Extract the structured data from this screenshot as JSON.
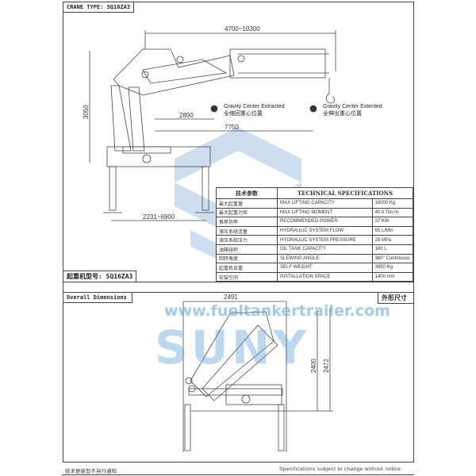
{
  "header": {
    "crane_type": "CRANE TYPE: SQ16ZA3",
    "model_cn": "起重机型号: SQ16ZA3"
  },
  "top_drawing": {
    "dims": {
      "reach": "4700~10300",
      "height": "3050",
      "gc_retracted_dist": "2890",
      "gc_extended_dist": "7750",
      "outrigger": "2231~6900"
    },
    "gravity_retracted": {
      "en": "Gravity Center Extracted",
      "cn": "全缩回重心位置"
    },
    "gravity_extended": {
      "en": "Gravity Center Extented",
      "cn": "全伸出重心位置"
    }
  },
  "specs": {
    "header_cn": "技术参数",
    "header_en": "TECHNICAL SPECIFICATIONS",
    "rows": [
      {
        "cn": "最大起重量",
        "en": "MAX LIFTING CAPACITY",
        "value": "16000 Kg"
      },
      {
        "cn": "最大起重力矩",
        "en": "MAX LIFTING MOMENT",
        "value": "40.0 Ton.m"
      },
      {
        "cn": "推荐功率",
        "en": "RECOMMENDED POWER",
        "value": "37 KW"
      },
      {
        "cn": "液压系统流量",
        "en": "HYDRAULIC SYSTEM FLOW",
        "value": "55 L/Min"
      },
      {
        "cn": "液压系统压力",
        "en": "HYDRAULIC SYSTEM PRESSURE",
        "value": "28 MPa"
      },
      {
        "cn": "油箱容积",
        "en": "OIL TANK CAPACITY",
        "value": "160 L"
      },
      {
        "cn": "回转角度",
        "en": "SLEWING ANGLE",
        "value": "360° Continuous"
      },
      {
        "cn": "起重机自重",
        "en": "SELF WEIGHT",
        "value": "3950 Kg"
      },
      {
        "cn": "安装空间",
        "en": "INSTALLATION SPACE",
        "value": "1400 mm"
      }
    ]
  },
  "overall": {
    "title_en": "Overall Dimensions",
    "title_cn": "外形尺寸",
    "width": "2491",
    "height1": "2400",
    "height2": "2472"
  },
  "watermark": {
    "url": "www.fueltankertrailer.com",
    "brand": "SUNY"
  },
  "footer": {
    "cn": "技术更新恕不另行通知",
    "en": "Specifications subject to change without notice"
  },
  "colors": {
    "watermark": "#5aa0d8",
    "line": "#444444"
  }
}
